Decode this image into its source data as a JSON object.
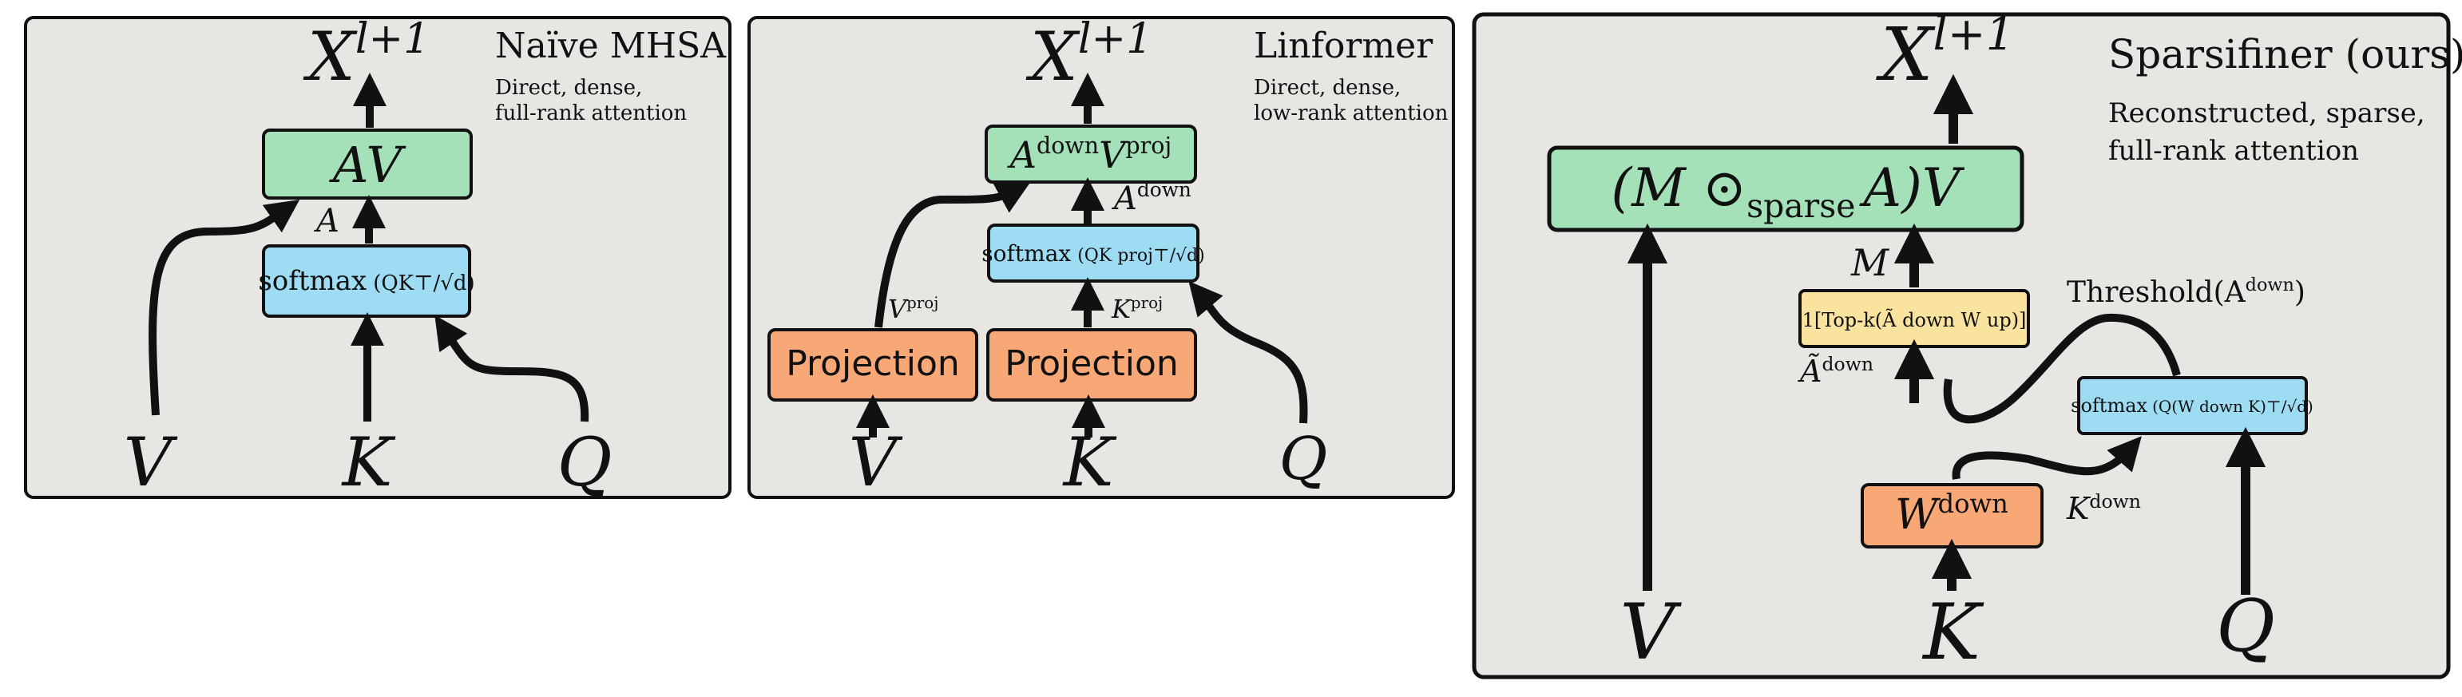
{
  "colors": {
    "panel_bg": "#e8e6e3",
    "green": "#a4e0b8",
    "blue": "#9edcf3",
    "orange": "#f8a777",
    "yellow": "#f9e39e",
    "stroke": "#111111"
  },
  "panels": [
    {
      "title": "Naïve MHSA",
      "subtitle_1": "Direct, dense,",
      "subtitle_2": "full-rank attention",
      "output": "X",
      "output_sup": "l+1",
      "box_av": "AV",
      "box_softmax": "softmax",
      "softmax_arg": "(QK⊤/√d)",
      "edge_a": "A",
      "input_v": "V",
      "input_k": "K",
      "input_q": "Q"
    },
    {
      "title": "Linformer",
      "subtitle_1": "Direct, dense,",
      "subtitle_2": "low-rank attention",
      "output": "X",
      "output_sup": "l+1",
      "box_av": "A",
      "box_av_sup1": "down",
      "box_av_mid": "V",
      "box_av_sup2": "proj",
      "box_softmax": "softmax",
      "softmax_arg": "(QK proj⊤/√d)",
      "edge_a": "A",
      "edge_a_sup": "down",
      "edge_vproj": "V",
      "edge_vproj_sup": "proj",
      "edge_kproj": "K",
      "edge_kproj_sup": "proj",
      "proj_left": "Projection",
      "proj_right": "Projection",
      "input_v": "V",
      "input_k": "K",
      "input_q": "Q"
    },
    {
      "title": "Sparsifiner (ours)",
      "subtitle_1": "Reconstructed, sparse,",
      "subtitle_2": "full-rank attention",
      "output": "X",
      "output_sup": "l+1",
      "box_main_pre": "(M ⊙",
      "box_main_sub": "sparse",
      "box_main_post": "A)V",
      "edge_m": "M",
      "box_topk": "1[Top-k(Ã down W up)]",
      "threshold_label": "Threshold(A",
      "threshold_sup": "down",
      "threshold_close": ")",
      "edge_adown": "Ã",
      "edge_adown_sup": "down",
      "box_softmax": "softmax",
      "softmax_arg": "(Q(W down K)⊤/√d)",
      "box_wdown": "W",
      "box_wdown_sup": "down",
      "edge_kdown": "K",
      "edge_kdown_sup": "down",
      "input_v": "V",
      "input_k": "K",
      "input_q": "Q"
    }
  ]
}
